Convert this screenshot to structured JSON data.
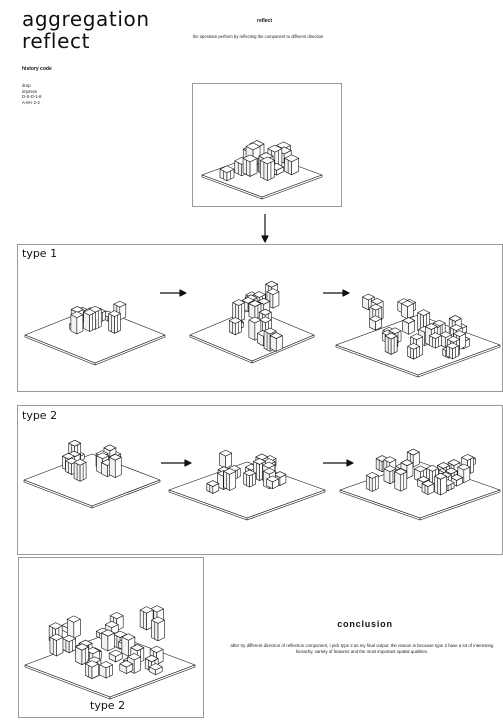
{
  "header": {
    "title_line1": "aggregation",
    "title_line2": "reflect",
    "reflect_heading": "reflect",
    "description": "the operation perform by reflecting the component to different direction"
  },
  "history": {
    "heading": "history code",
    "items": [
      "drop",
      "impress",
      "D-S-D-1-8",
      "A-M-i-2-2"
    ]
  },
  "types": [
    {
      "label": "type 1"
    },
    {
      "label": "type 2"
    }
  ],
  "final": {
    "label": "type 2"
  },
  "conclusion": {
    "heading": "conclusion",
    "text": "after try different direction of reflection component, i pick type 2 as my final output, the reason is because type 2 have a lot of interesting hierachy, variety of features and the most important spatial qualities."
  },
  "colors": {
    "ink": "#111111",
    "frame": "#9a9a9a",
    "paper": "#ffffff"
  },
  "icons": [
    "arrow-down-icon",
    "arrow-right-icon"
  ]
}
